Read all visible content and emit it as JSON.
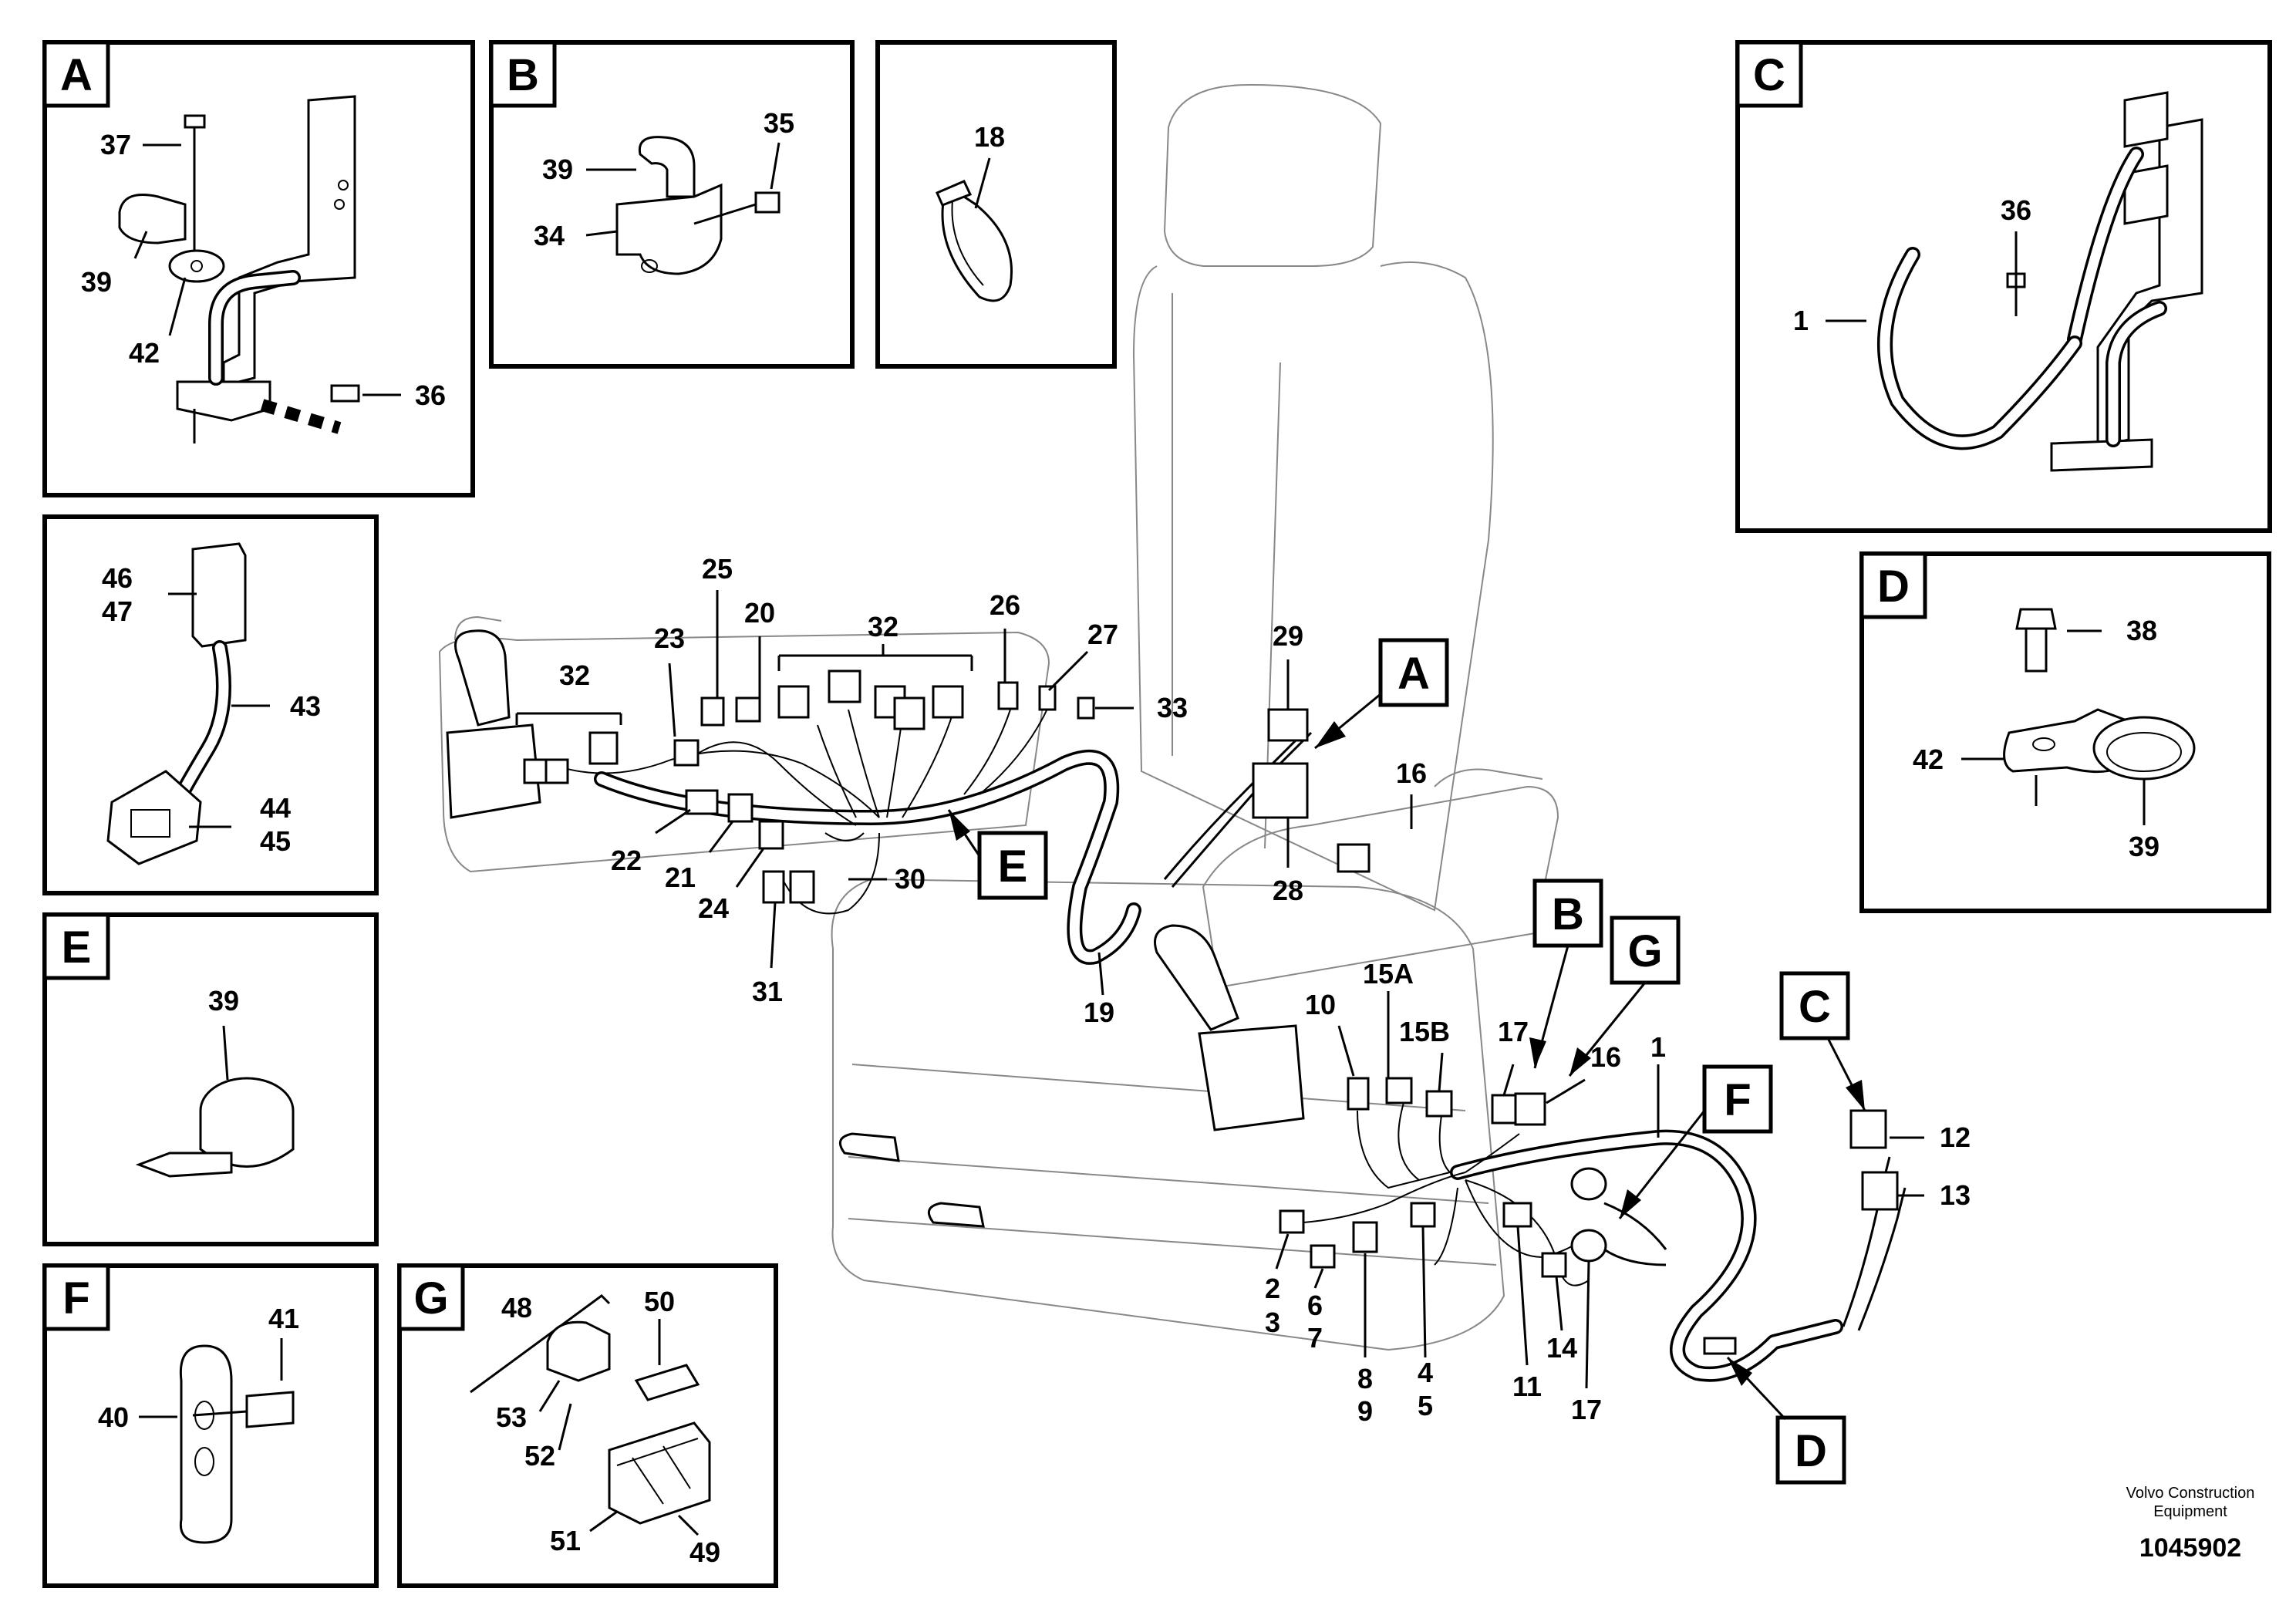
{
  "panels": {
    "A": {
      "tag": "A",
      "labels": [
        "37",
        "39",
        "42",
        "36"
      ]
    },
    "B": {
      "tag": "B",
      "labels": [
        "35",
        "39",
        "34"
      ]
    },
    "tie": {
      "labels": [
        "18"
      ]
    },
    "C": {
      "tag": "C",
      "labels": [
        "36",
        "1"
      ]
    },
    "plug": {
      "labels": [
        "46",
        "47",
        "43",
        "44",
        "45"
      ]
    },
    "D": {
      "tag": "D",
      "labels": [
        "38",
        "42",
        "39"
      ]
    },
    "E": {
      "tag": "E",
      "labels": [
        "39"
      ]
    },
    "F": {
      "tag": "F",
      "labels": [
        "41",
        "40"
      ]
    },
    "G": {
      "tag": "G",
      "labels": [
        "48",
        "50",
        "53",
        "52",
        "51",
        "49"
      ]
    }
  },
  "callouts": {
    "A": "A",
    "B": "B",
    "C": "C",
    "D": "D",
    "E": "E",
    "F": "F",
    "G": "G"
  },
  "main_labels": {
    "l32a": "32",
    "l32b": "32",
    "l25": "25",
    "l23": "23",
    "l20": "20",
    "l26": "26",
    "l27": "27",
    "l33": "33",
    "l29": "29",
    "l16a": "16",
    "l28": "28",
    "l22": "22",
    "l21": "21",
    "l24": "24",
    "l30": "30",
    "l31": "31",
    "l19": "19",
    "l10": "10",
    "l15A": "15A",
    "l15B": "15B",
    "l17a": "17",
    "l16b": "16",
    "l1": "1",
    "l12": "12",
    "l13": "13",
    "l2": "2",
    "l3": "3",
    "l6": "6",
    "l7": "7",
    "l8": "8",
    "l9": "9",
    "l4": "4",
    "l5": "5",
    "l11": "11",
    "l14": "14",
    "l17b": "17"
  },
  "footer": {
    "company_line1": "Volvo Construction",
    "company_line2": "Equipment",
    "doc_number": "1045902"
  }
}
